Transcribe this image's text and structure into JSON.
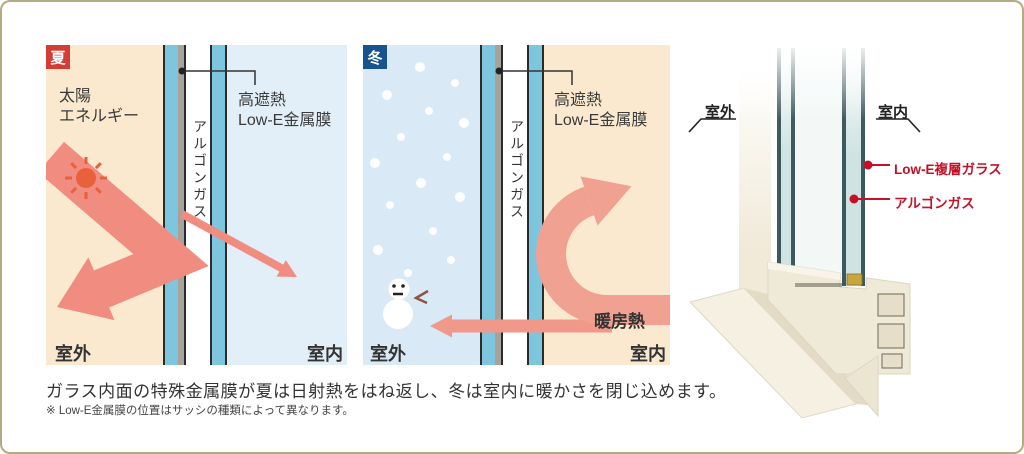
{
  "colors": {
    "border": "#b3ac83",
    "outdoor_cream": "#fbe9cf",
    "summer_indoor_blue": "#e2eff8",
    "winter_outdoor_blue": "#d9e9f6",
    "glass_blue": "#7dc6dd",
    "film_gray": "#a9a29a",
    "summer_badge_red": "#d43c38",
    "winter_badge_blue": "#17548f",
    "summer_arrow_pink": "#f18d80",
    "winter_arrow_pink": "#f1a192",
    "sun_orange": "#e8613c",
    "callout_crimson": "#c41127",
    "text": "#333333"
  },
  "summer_panel": {
    "badge": "夏",
    "solar_label_line1": "太陽",
    "solar_label_line2": "エネルギー",
    "argon_label": "アルゴンガス",
    "film_label_line1": "高遮熱",
    "film_label_line2": "Low-E金属膜",
    "outdoor_label": "室外",
    "indoor_label": "室内"
  },
  "winter_panel": {
    "badge": "冬",
    "argon_label": "アルゴンガス",
    "film_label_line1": "高遮熱",
    "film_label_line2": "Low-E金属膜",
    "heating_label": "暖房熱",
    "outdoor_label": "室外",
    "indoor_label": "室内"
  },
  "cross_section": {
    "outdoor_label": "室外",
    "indoor_label": "室内",
    "glass_callout": "Low-E複層ガラス",
    "argon_callout": "アルゴンガス"
  },
  "caption": "ガラス内面の特殊金属膜が夏は日射熱をはね返し、冬は室内に暖かさを閉じ込めます。",
  "footnote": "※ Low-E金属膜の位置はサッシの種類によって異なります。"
}
